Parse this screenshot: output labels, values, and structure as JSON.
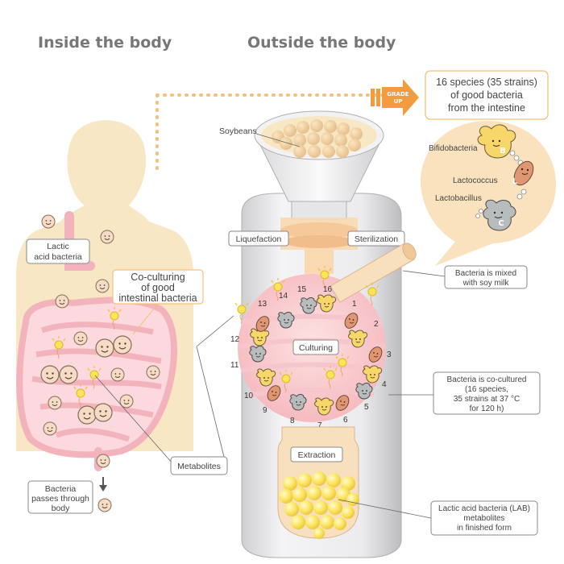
{
  "headings": {
    "inside": "Inside the body",
    "outside": "Outside the body"
  },
  "labels": {
    "soybeans": "Soybeans",
    "liquefaction": "Liquefaction",
    "sterilization": "Sterilization",
    "culturing": "Culturing",
    "extraction": "Extraction",
    "lactic_line1": "Lactic",
    "lactic_line2": "acid bacteria",
    "coculture_line1": "Co-culturing",
    "coculture_line2": "of good",
    "coculture_line3": "intestinal bacteria",
    "metabolites": "Metabolites",
    "passes_line1": "Bacteria",
    "passes_line2": "passes through",
    "passes_line3": "body",
    "mixed_line1": "Bacteria is mixed",
    "mixed_line2": "with soy milk",
    "cocult_line1": "Bacteria is co-cultured",
    "cocult_line2": "(16 species,",
    "cocult_line3": "35 strains at 37 °C",
    "cocult_line4": "for 120 h)",
    "lab_line1": "Lactic acid bacteria (LAB)",
    "lab_line2": "metabolites",
    "lab_line3": "in finished form"
  },
  "grade_up": {
    "line1": "GRADE",
    "line2": "UP"
  },
  "species_box": {
    "line1": "16 species (35 strains)",
    "line2": "of good bacteria",
    "line3": "from the intestine"
  },
  "bacteria_types": {
    "bifidobacteria": "Bifidobacteria",
    "bifido_letter": "B",
    "lactococcus": "Lactococcus",
    "lacto_letter": "L",
    "lactobacillus": "Lactobacillus",
    "lactob_letter": "C"
  },
  "ring_numbers": [
    "1",
    "2",
    "3",
    "4",
    "5",
    "6",
    "7",
    "8",
    "9",
    "10",
    "11",
    "12",
    "13",
    "14",
    "15",
    "16"
  ],
  "colors": {
    "body": "#f8e7c4",
    "intestine": "#f3b3bd",
    "callout_border": "#f5c07a",
    "grade_arrow": "#f39c3f",
    "bifido": "#f7d76a",
    "lactococcus": "#e09670",
    "lactobacillus": "#b9bcbc",
    "lab_yellow": "#fbe35a"
  },
  "icons": {
    "sparkle": "lightbulb-sparkle-icon",
    "face": "smiley-face-icon",
    "arrow": "down-arrow-icon"
  }
}
